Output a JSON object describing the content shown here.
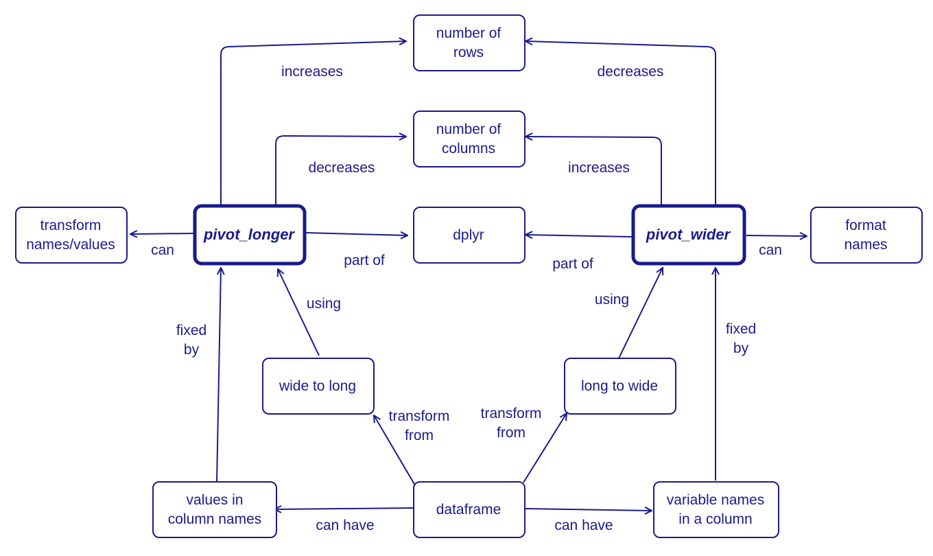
{
  "colors": {
    "ink": "#1a1a8c",
    "background": "#ffffff"
  },
  "nodes": {
    "rows": {
      "lines": [
        "number of",
        "rows"
      ]
    },
    "columns": {
      "lines": [
        "number of",
        "columns"
      ]
    },
    "dplyr": {
      "lines": [
        "dplyr"
      ]
    },
    "pivot_longer": {
      "lines": [
        "pivot_longer"
      ]
    },
    "pivot_wider": {
      "lines": [
        "pivot_wider"
      ]
    },
    "transform_names": {
      "lines": [
        "transform",
        "names/values"
      ]
    },
    "format_names": {
      "lines": [
        "format",
        "names"
      ]
    },
    "wide_to_long": {
      "lines": [
        "wide to long"
      ]
    },
    "long_to_wide": {
      "lines": [
        "long to wide"
      ]
    },
    "values_in_colnames": {
      "lines": [
        "values in",
        "column names"
      ]
    },
    "dataframe": {
      "lines": [
        "dataframe"
      ]
    },
    "varnames_in_column": {
      "lines": [
        "variable names",
        "in a column"
      ]
    }
  },
  "edges": {
    "longer_rows": {
      "lines": [
        "increases"
      ]
    },
    "wider_rows": {
      "lines": [
        "decreases"
      ]
    },
    "longer_columns": {
      "lines": [
        "decreases"
      ]
    },
    "wider_columns": {
      "lines": [
        "increases"
      ]
    },
    "longer_dplyr": {
      "lines": [
        "part of"
      ]
    },
    "wider_dplyr": {
      "lines": [
        "part of"
      ]
    },
    "longer_transform": {
      "lines": [
        "can"
      ]
    },
    "wider_format": {
      "lines": [
        "can"
      ]
    },
    "widetolong_longer": {
      "lines": [
        "using"
      ]
    },
    "longtowide_wider": {
      "lines": [
        "using"
      ]
    },
    "values_longer": {
      "lines": [
        "fixed",
        "by"
      ]
    },
    "varnames_wider": {
      "lines": [
        "fixed",
        "by"
      ]
    },
    "df_widetolong": {
      "lines": [
        "transform",
        "from"
      ]
    },
    "df_longtowide": {
      "lines": [
        "transform",
        "from"
      ]
    },
    "df_values": {
      "lines": [
        "can have"
      ]
    },
    "df_varnames": {
      "lines": [
        "can have"
      ]
    }
  }
}
